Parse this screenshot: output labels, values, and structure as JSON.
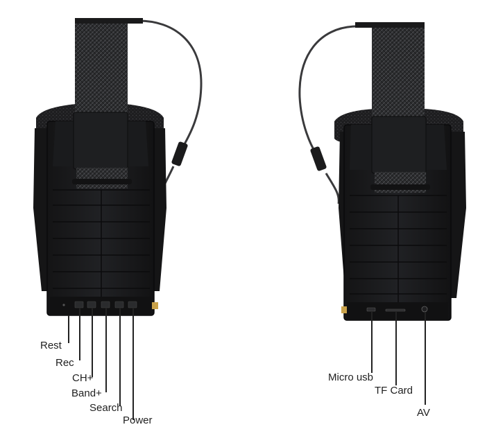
{
  "left_device": {
    "callouts": [
      {
        "id": "rest",
        "label": "Rest"
      },
      {
        "id": "rec",
        "label": "Rec"
      },
      {
        "id": "ch-plus",
        "label": "CH+"
      },
      {
        "id": "band-plus",
        "label": "Band+"
      },
      {
        "id": "search",
        "label": "Search"
      },
      {
        "id": "power",
        "label": "Power"
      }
    ]
  },
  "right_device": {
    "callouts": [
      {
        "id": "micro-usb",
        "label": "Micro usb"
      },
      {
        "id": "tf-card",
        "label": "TF Card"
      },
      {
        "id": "av",
        "label": "AV"
      }
    ]
  },
  "colors": {
    "body": "#1b1c1e",
    "body_edge": "#0b0b0c",
    "strap": "#2a2b2d",
    "ink": "#1f1f1f"
  }
}
